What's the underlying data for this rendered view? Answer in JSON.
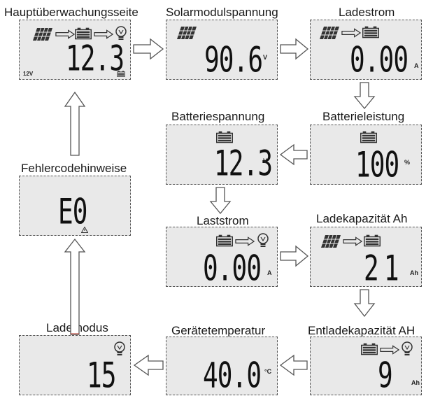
{
  "panels": {
    "main": {
      "title": "Hauptüberwachungsseite",
      "value": "12.3",
      "label_12v": "12V"
    },
    "solar": {
      "title": "Solarmodulspannung",
      "value": "90.6",
      "unit": "V"
    },
    "charge_current": {
      "title": "Ladestrom",
      "value": "0.00",
      "unit": "A"
    },
    "battery_voltage": {
      "title": "Batteriespannung",
      "value": "12.3",
      "unit": "V"
    },
    "battery_level": {
      "title": "Batterieleistung",
      "value": "100",
      "unit": "%"
    },
    "error": {
      "title": "Fehlercodehinweise",
      "value": "E0"
    },
    "load_current": {
      "title": "Laststrom",
      "value": "0.00",
      "unit": "A"
    },
    "charge_capacity": {
      "title": "Ladekapazität Ah",
      "value": "21",
      "unit": "Ah"
    },
    "load_mode": {
      "title": "Lademodus",
      "value": "15"
    },
    "device_temp": {
      "title": "Gerätetemperatur",
      "value": "40.0",
      "unit": "°C"
    },
    "discharge_capacity": {
      "title": "Entladekapazität AH",
      "value": "9",
      "unit": "Ah"
    }
  },
  "icons": [
    "moon-icon",
    "solar-panel-icon",
    "battery-icon",
    "bulb-icon",
    "arrow-icon",
    "warning-icon"
  ]
}
